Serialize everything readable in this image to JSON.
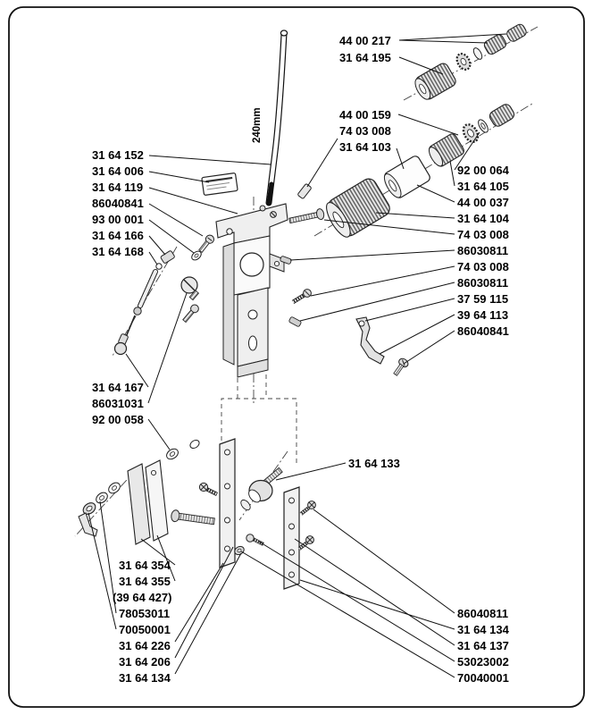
{
  "diagram": {
    "dimension_label": "240mm"
  },
  "labels": {
    "left_top": [
      "31 64 152",
      "31 64 006",
      "31 64 119",
      "86040841",
      "93 00 001",
      "31 64 166",
      "31 64 168"
    ],
    "left_mid": [
      "31 64 167",
      "86031031",
      "92 00 058"
    ],
    "top_right": [
      "44 00 217",
      "31 64 195"
    ],
    "mid_right": [
      "44 00 159",
      "74 03 008",
      "31 64 103"
    ],
    "right_col": [
      "92 00 064",
      "31 64 105",
      "44 00 037",
      "31 64 104",
      "74 03 008",
      "86030811",
      "74 03 008",
      "86030811",
      "37 59 115",
      "39 64 113",
      "86040841"
    ],
    "center": [
      "31 64 133"
    ],
    "bottom_left": [
      "31 64 354",
      "31 64 355",
      "(39 64 427)",
      "78053011",
      "70050001",
      "31 64 226",
      "31 64 206",
      "31 64 134"
    ],
    "bottom_right": [
      "86040811",
      "31 64 134",
      "31 64 137",
      "53023002",
      "70040001"
    ]
  }
}
